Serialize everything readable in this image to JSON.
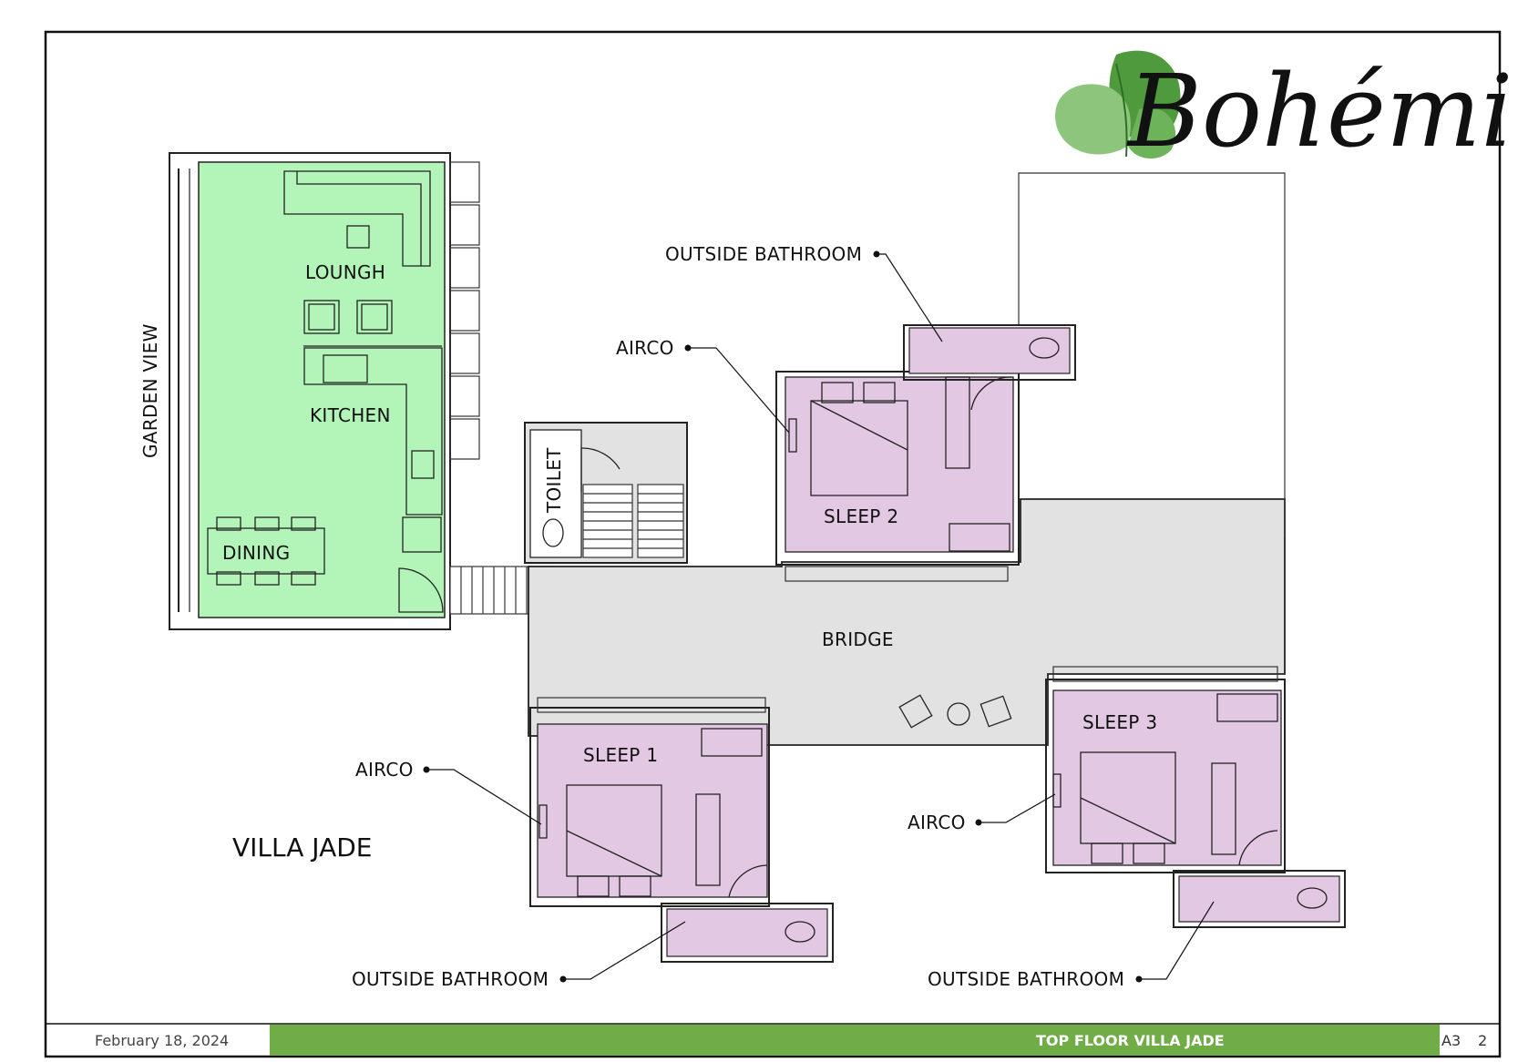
{
  "brand": {
    "logo_text": "Bohémi",
    "leaf_color": "#5fa84a"
  },
  "colors": {
    "living_zone": "#b3f5b8",
    "sleep_zone": "#e3c8e3",
    "bridge": "#e2e2e2",
    "footer_bar": "#70ad47"
  },
  "rooms": {
    "lounge": "LOUNGH",
    "kitchen": "KITCHEN",
    "dining": "DINING",
    "garden_view": "GARDEN VIEW",
    "toilet": "TOILET",
    "sleep1": "SLEEP 1",
    "sleep2": "SLEEP 2",
    "sleep3": "SLEEP 3",
    "bridge": "BRIDGE"
  },
  "callouts": {
    "outside_bathroom_top": "OUTSIDE BATHROOM",
    "airco_sleep2": "AIRCO",
    "airco_sleep1": "AIRCO",
    "airco_sleep3": "AIRCO",
    "outside_bathroom_bottom_left": "OUTSIDE BATHROOM",
    "outside_bathroom_bottom_right": "OUTSIDE BATHROOM"
  },
  "villa_name": "VILLA JADE",
  "footer": {
    "date": "February 18, 2024",
    "title": "TOP FLOOR VILLA JADE",
    "sheet_size": "A3",
    "page_number": "2"
  }
}
